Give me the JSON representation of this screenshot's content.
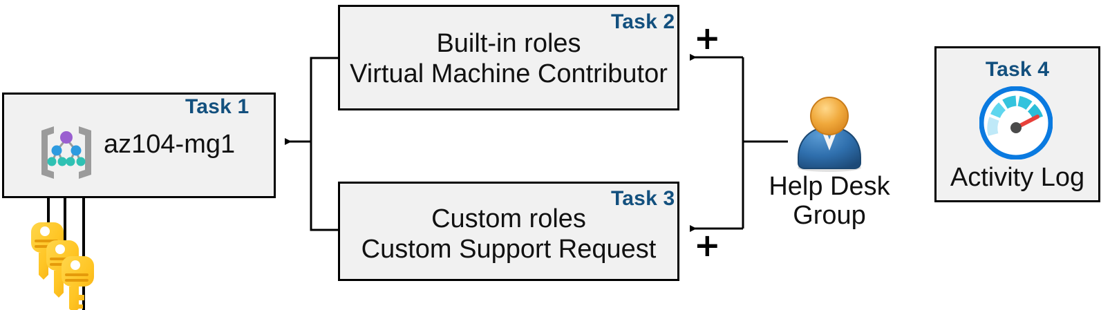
{
  "diagram": {
    "title": "Azure RBAC task diagram",
    "accent_color": "#13507e",
    "box_fill": "#f1f1f1",
    "box_border": "#000000",
    "background": "#ffffff"
  },
  "boxes": [
    {
      "id": "task1",
      "task_label": "Task 1",
      "line1": "az104-mg1",
      "line2": "",
      "icon": "management-group-icon"
    },
    {
      "id": "task2",
      "task_label": "Task 2",
      "line1": "Built-in roles",
      "line2": "Virtual Machine Contributor",
      "icon": ""
    },
    {
      "id": "task3",
      "task_label": "Task 3",
      "line1": "Custom roles",
      "line2": "Custom Support Request",
      "icon": ""
    },
    {
      "id": "task4",
      "task_label": "Task 4",
      "line1": "Activity Log",
      "line2": "",
      "icon": "activity-log-gauge-icon"
    }
  ],
  "person": {
    "label_line1": "Help Desk",
    "label_line2": "Group",
    "icon": "user-group-icon"
  },
  "keys": {
    "icon": "keys-icon",
    "count": 3
  },
  "operators": {
    "plus_top": "+",
    "plus_bottom": "+"
  },
  "colors": {
    "task_label": "#13507e",
    "gauge_ring": "#0a7ae0",
    "gauge_needle": "#e8403a",
    "gauge_teal": "#33c3dd",
    "gauge_light": "#a9e6f5",
    "person_head": "#eda43a",
    "person_body": "#2f6fad",
    "key_yellow": "#ffc524",
    "mg_root": "#9a5fd0",
    "mg_mid": "#2e9be0",
    "mg_leaf": "#2fc1b3",
    "mg_bracket": "#9b9b9b"
  }
}
